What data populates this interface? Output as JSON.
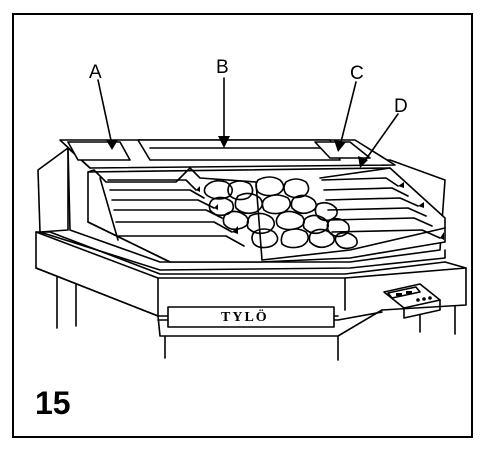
{
  "figure": {
    "number": "15",
    "brand_label": "TYLÖ"
  },
  "callouts": {
    "a": "A",
    "b": "B",
    "c": "C",
    "d": "D"
  },
  "colors": {
    "line": "#000000",
    "background": "#ffffff"
  }
}
